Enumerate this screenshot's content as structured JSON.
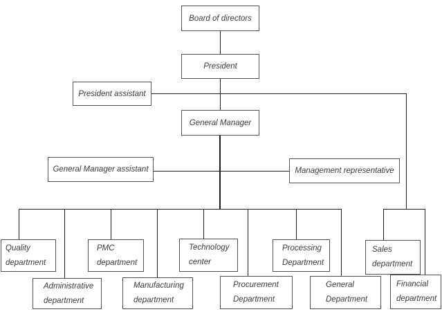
{
  "diagram": {
    "type": "org-chart",
    "colors": {
      "background": "#ffffff",
      "box_border": "#4f4f4f",
      "connector": "#1c1c1c",
      "text": "#3b3b3b"
    },
    "nodes": {
      "board": {
        "label": "Board of directors"
      },
      "president": {
        "label": "President"
      },
      "president_assistant": {
        "label": "President assistant"
      },
      "general_manager": {
        "label": "General Manager"
      },
      "general_manager_assistant": {
        "label": "General Manager assistant"
      },
      "management_representative": {
        "label": "Management representative"
      },
      "quality": {
        "line1": "Quality",
        "line2": "department"
      },
      "administrative": {
        "line1": "Administrative",
        "line2": "department"
      },
      "pmc": {
        "line1": "PMC",
        "line2": "department"
      },
      "manufacturing": {
        "line1": "Manufacturing",
        "line2": "department"
      },
      "technology": {
        "line1": "Technology",
        "line2": "center"
      },
      "procurement": {
        "line1": "Procurement",
        "line2": "Department"
      },
      "processing": {
        "line1": "Processing",
        "line2": "Department"
      },
      "general_department": {
        "line1": "General",
        "line2": "Department"
      },
      "sales": {
        "line1": "Sales",
        "line2": "department"
      },
      "financial": {
        "line1": "Financial",
        "line2": "department"
      }
    },
    "edges": [
      {
        "from": "board",
        "to": "president"
      },
      {
        "from": "president",
        "to": "general_manager"
      },
      {
        "from": "president_assistant",
        "to": "sales_financial_branch"
      },
      {
        "from": "general_manager_assistant",
        "to": "management_representative"
      },
      {
        "from": "general_manager",
        "to": "quality"
      },
      {
        "from": "general_manager",
        "to": "administrative"
      },
      {
        "from": "general_manager",
        "to": "pmc"
      },
      {
        "from": "general_manager",
        "to": "manufacturing"
      },
      {
        "from": "general_manager",
        "to": "technology"
      },
      {
        "from": "general_manager",
        "to": "procurement"
      },
      {
        "from": "general_manager",
        "to": "processing"
      },
      {
        "from": "general_manager",
        "to": "general_department"
      },
      {
        "from": "president_assistant_line",
        "to": "sales"
      },
      {
        "from": "president_assistant_line",
        "to": "financial"
      }
    ]
  }
}
